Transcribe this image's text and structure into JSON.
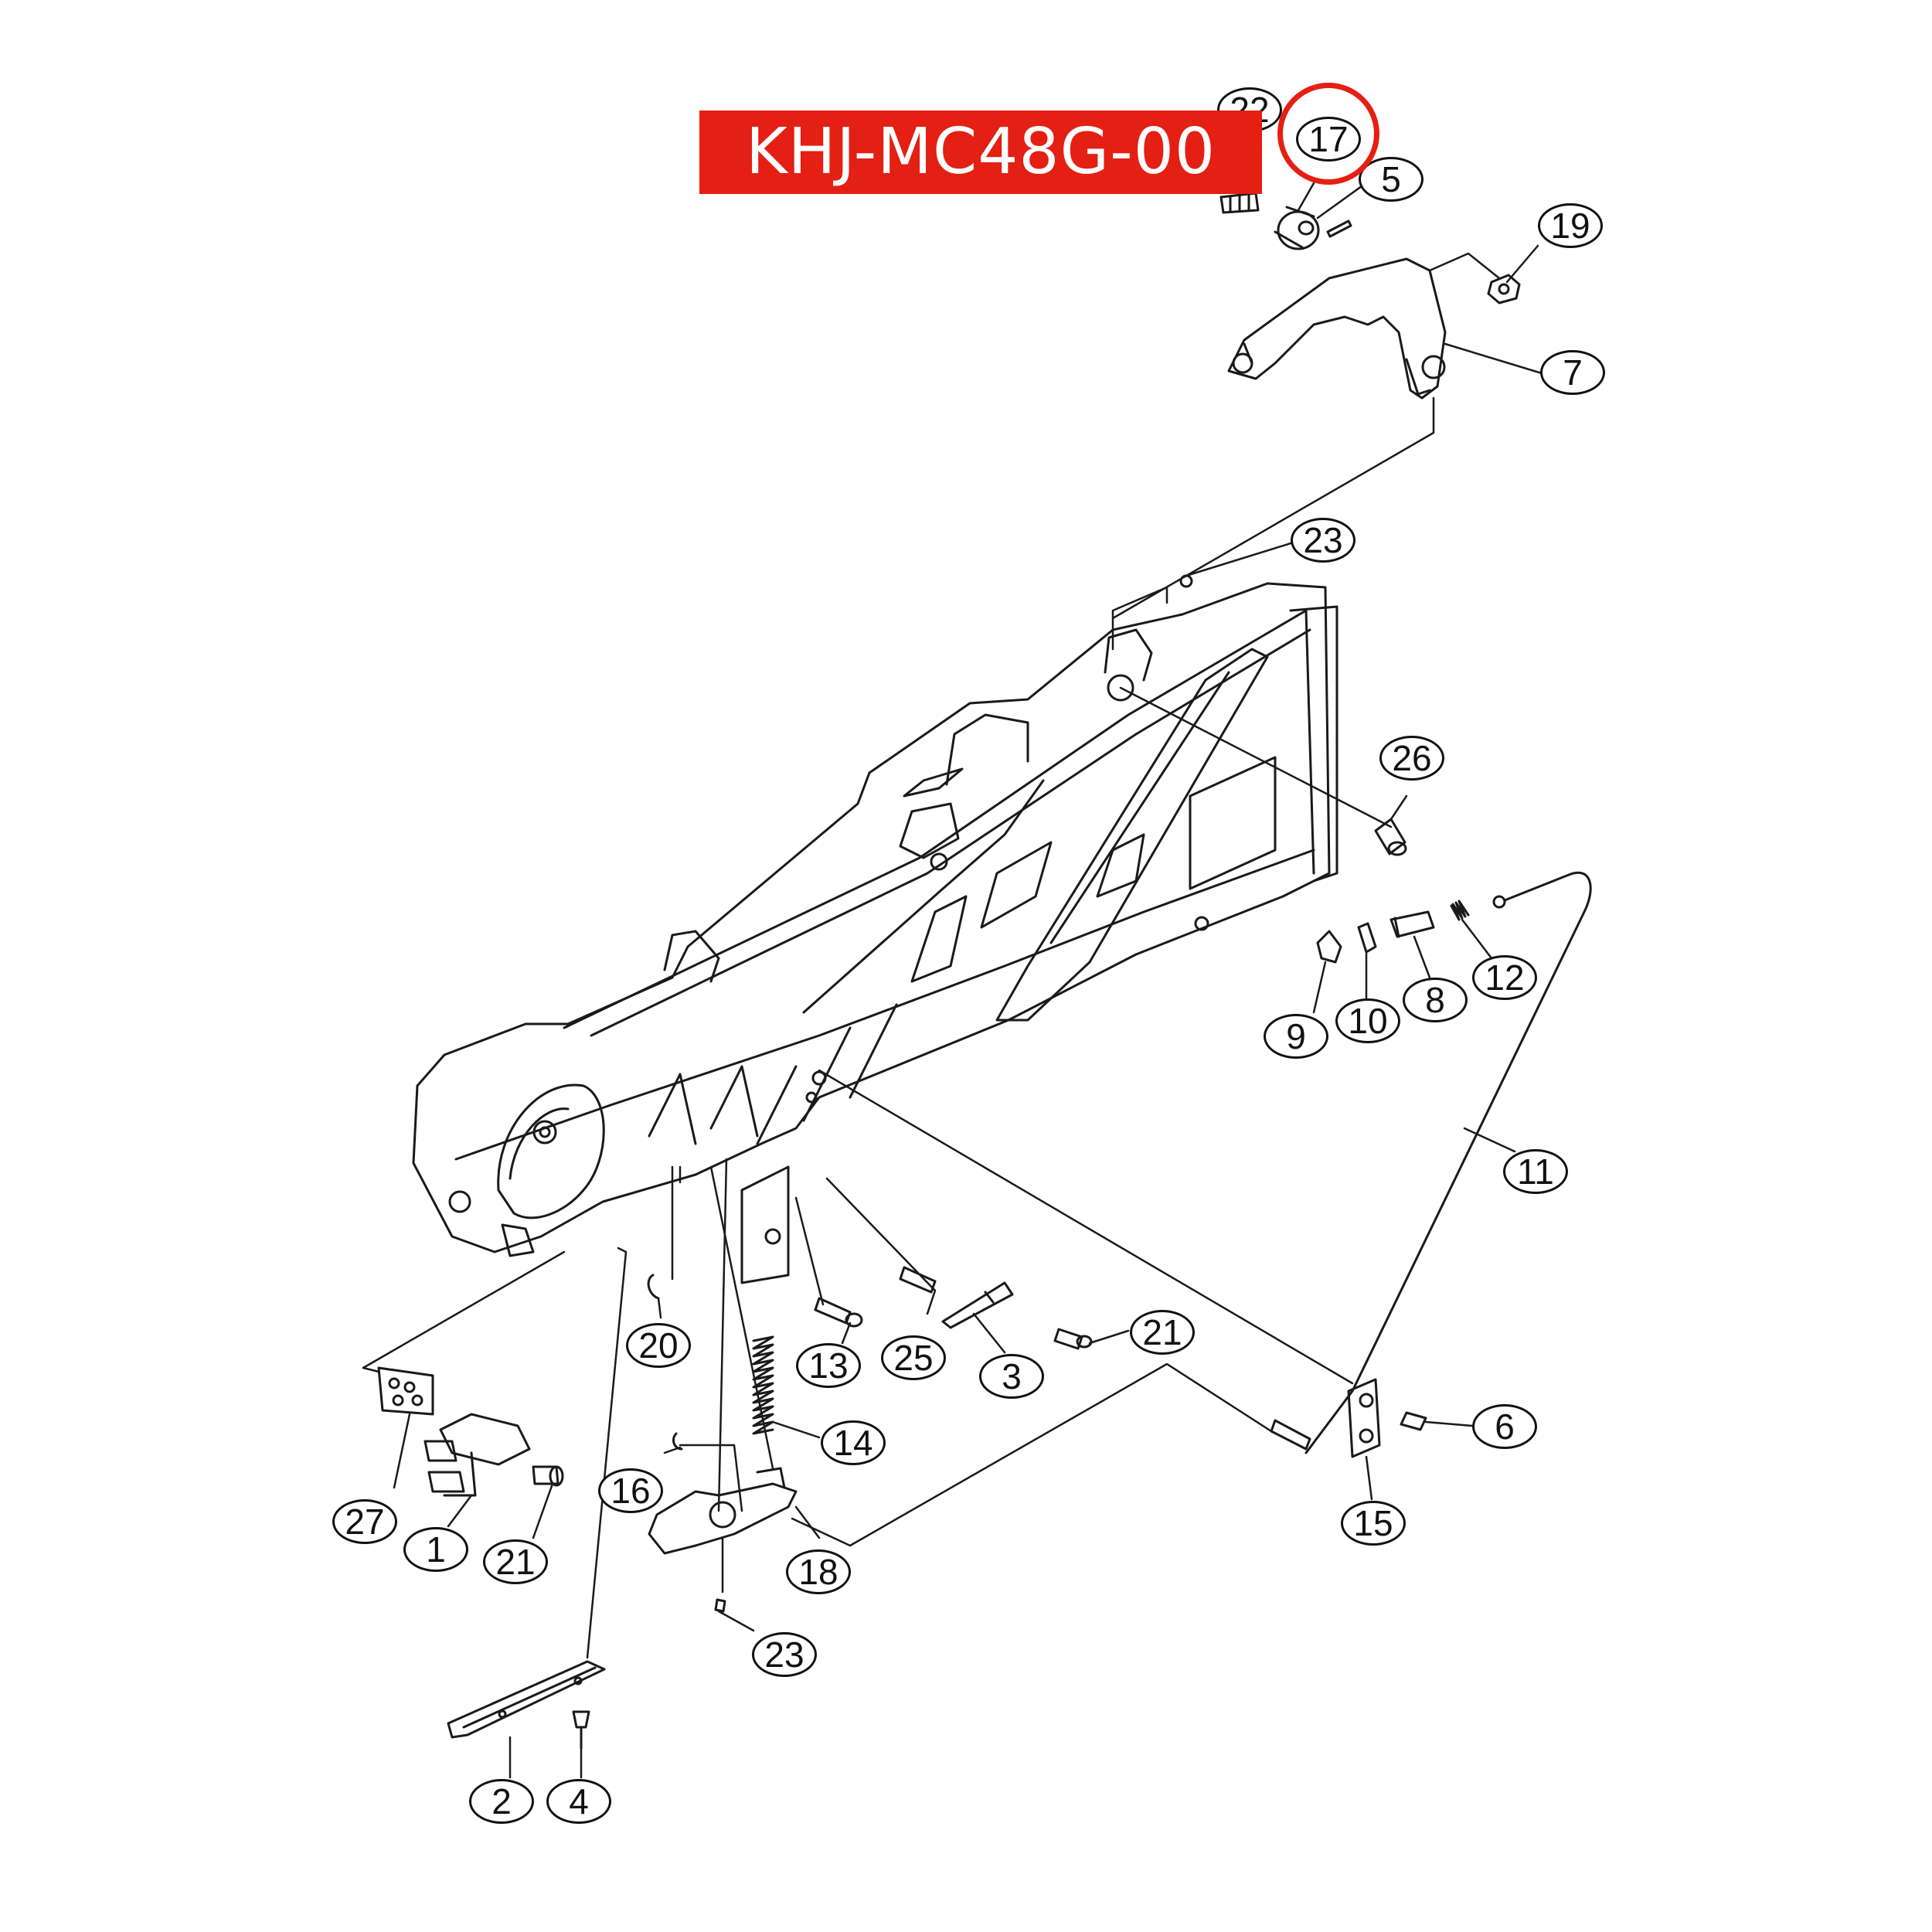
{
  "banner": {
    "part_number": "KHJ-MC48G-00"
  },
  "colors": {
    "banner": "#e41f13",
    "highlight": "#e41f13",
    "linework": "#1a1a1a"
  },
  "highlighted_callout": "17",
  "callouts": [
    {
      "id": "c22",
      "text": "22"
    },
    {
      "id": "c17",
      "text": "17"
    },
    {
      "id": "c5",
      "text": "5"
    },
    {
      "id": "c19",
      "text": "19"
    },
    {
      "id": "c7",
      "text": "7"
    },
    {
      "id": "c23a",
      "text": "23"
    },
    {
      "id": "c26",
      "text": "26"
    },
    {
      "id": "c9",
      "text": "9"
    },
    {
      "id": "c10",
      "text": "10"
    },
    {
      "id": "c8",
      "text": "8"
    },
    {
      "id": "c12",
      "text": "12"
    },
    {
      "id": "c11",
      "text": "11"
    },
    {
      "id": "c20",
      "text": "20"
    },
    {
      "id": "c13",
      "text": "13"
    },
    {
      "id": "c25",
      "text": "25"
    },
    {
      "id": "c3",
      "text": "3"
    },
    {
      "id": "c21a",
      "text": "21"
    },
    {
      "id": "c6",
      "text": "6"
    },
    {
      "id": "c14",
      "text": "14"
    },
    {
      "id": "c16",
      "text": "16"
    },
    {
      "id": "c15",
      "text": "15"
    },
    {
      "id": "c27",
      "text": "27"
    },
    {
      "id": "c1",
      "text": "1"
    },
    {
      "id": "c21b",
      "text": "21"
    },
    {
      "id": "c18",
      "text": "18"
    },
    {
      "id": "c23b",
      "text": "23"
    },
    {
      "id": "c2",
      "text": "2"
    },
    {
      "id": "c4",
      "text": "4"
    }
  ]
}
